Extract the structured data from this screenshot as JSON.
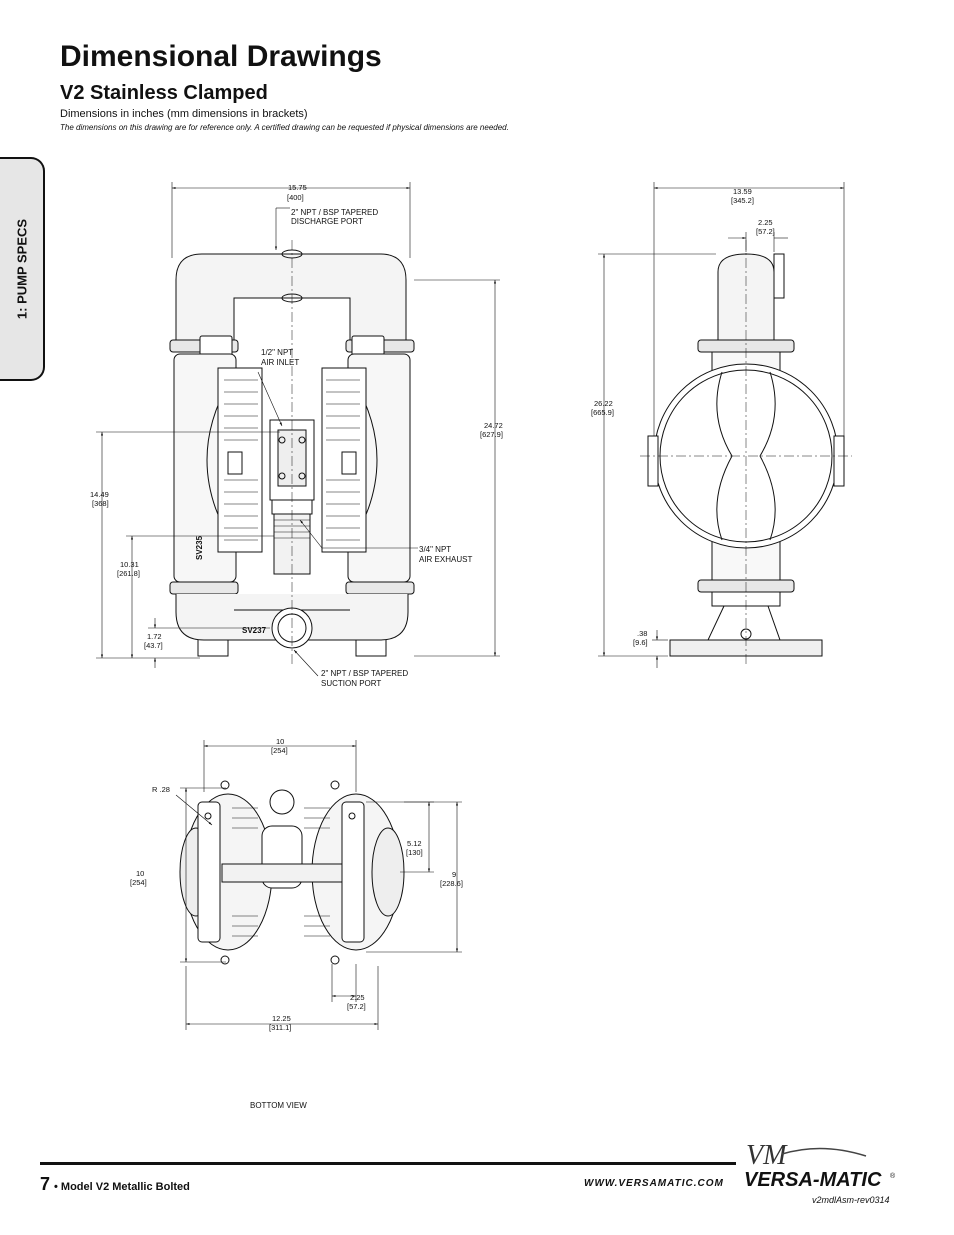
{
  "header": {
    "title": "Dimensional Drawings",
    "subtitle": "V2 Stainless Clamped",
    "units_note": "Dimensions in inches (mm dimensions in brackets)",
    "disclaimer": "The dimensions on this drawing are for reference only.  A certified drawing can be requested if physical dimensions are needed."
  },
  "side_tab": {
    "label": "1: PUMP SPECS"
  },
  "front_view": {
    "width": {
      "in": "15.75",
      "mm": "[400]"
    },
    "height": {
      "in": "24.72",
      "mm": "[627.9]"
    },
    "air_inlet_height": {
      "in": "14.49",
      "mm": "[368]"
    },
    "exhaust_height": {
      "in": "10.31",
      "mm": "[261.8]"
    },
    "suction_height": {
      "in": "1.72",
      "mm": "[43.7]"
    },
    "discharge_label": [
      "2\" NPT / BSP TAPERED",
      "DISCHARGE PORT"
    ],
    "air_inlet_label": [
      "1/2\" NPT",
      "AIR INLET"
    ],
    "air_exhaust_label": [
      "3/4\" NPT",
      "AIR EXHAUST"
    ],
    "suction_label": [
      "2\" NPT / BSP TAPERED",
      "SUCTION PORT"
    ],
    "part_mark_1": "SV235",
    "part_mark_2": "SV237"
  },
  "side_view": {
    "width": {
      "in": "13.59",
      "mm": "[345.2]"
    },
    "port_offset": {
      "in": "2.25",
      "mm": "[57.2]"
    },
    "height": {
      "in": "26.22",
      "mm": "[665.9]"
    },
    "base_thickness": {
      "in": ".38",
      "mm": "[9.6]"
    }
  },
  "bottom_view": {
    "top_width": {
      "in": "10",
      "mm": "[254]"
    },
    "radius": "R .28",
    "depth": {
      "in": "10",
      "mm": "[254]"
    },
    "inner_offset": {
      "in": "5.12",
      "mm": "[130]"
    },
    "right_depth": {
      "in": "9",
      "mm": "[228.6]"
    },
    "foot_offset": {
      "in": "2.25",
      "mm": "[57.2]"
    },
    "overall_width": {
      "in": "12.25",
      "mm": "[311.1]"
    },
    "caption": "BOTTOM VIEW"
  },
  "footer": {
    "page_number": "7",
    "model": "• Model V2 Metallic Bolted",
    "website": "WWW.VERSAMATIC.COM",
    "brand": "VERSA-MATIC",
    "brand_mark": "VM",
    "registered": "®",
    "doc_id": "v2mdlAsm-rev0314"
  }
}
